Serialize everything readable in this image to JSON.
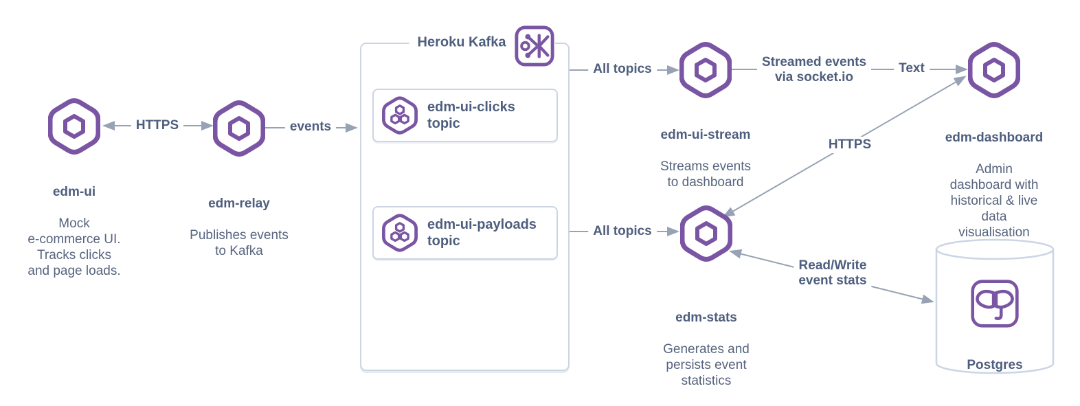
{
  "colors": {
    "heroku_purple": "#7A55A3",
    "text_dark": "#4E5E7E",
    "text_soft": "#56647E",
    "arrow_gray": "#97A3B4",
    "box_border": "#CBD5E4"
  },
  "kafka_group": {
    "title": "Heroku Kafka",
    "icon": "heroku-kafka-icon",
    "topics": [
      {
        "label": "edm-ui-clicks\ntopic",
        "icon": "kafka-topic-icon"
      },
      {
        "label": "edm-ui-payloads\ntopic",
        "icon": "kafka-topic-icon"
      }
    ]
  },
  "nodes": {
    "edm_ui": {
      "title": "edm-ui",
      "desc": "Mock\ne-commerce UI.\nTracks clicks\nand page loads.",
      "icon": "heroku-app-hexagon-icon"
    },
    "edm_relay": {
      "title": "edm-relay",
      "desc": "Publishes events\nto Kafka",
      "icon": "heroku-app-hexagon-icon"
    },
    "edm_ui_stream": {
      "title": "edm-ui-stream",
      "desc": "Streams events\nto dashboard",
      "icon": "heroku-app-hexagon-icon"
    },
    "edm_dashboard": {
      "title": "edm-dashboard",
      "desc": "Admin\ndashboard with\nhistorical & live\ndata\nvisualisation",
      "icon": "heroku-app-hexagon-icon"
    },
    "edm_stats": {
      "title": "edm-stats",
      "desc": "Generates  and\npersists event\nstatistics",
      "icon": "heroku-app-hexagon-icon"
    },
    "postgres": {
      "title": "Postgres",
      "icon": "heroku-postgres-icon"
    }
  },
  "edges": {
    "ui_relay": {
      "label": "HTTPS",
      "direction": "bidirectional"
    },
    "relay_kafka": {
      "label": "events",
      "direction": "to-kafka"
    },
    "kafka_stream": {
      "label": "All topics",
      "direction": "to-stream"
    },
    "stream_dashboard": {
      "label": "Streamed events\nvia socket.io",
      "label2": "Text",
      "direction": "to-dashboard"
    },
    "kafka_stats": {
      "label": "All topics",
      "direction": "to-stats"
    },
    "stats_dashboard": {
      "label": "HTTPS",
      "direction": "bidirectional"
    },
    "stats_postgres": {
      "label": "Read/Write\nevent stats",
      "direction": "bidirectional"
    }
  }
}
